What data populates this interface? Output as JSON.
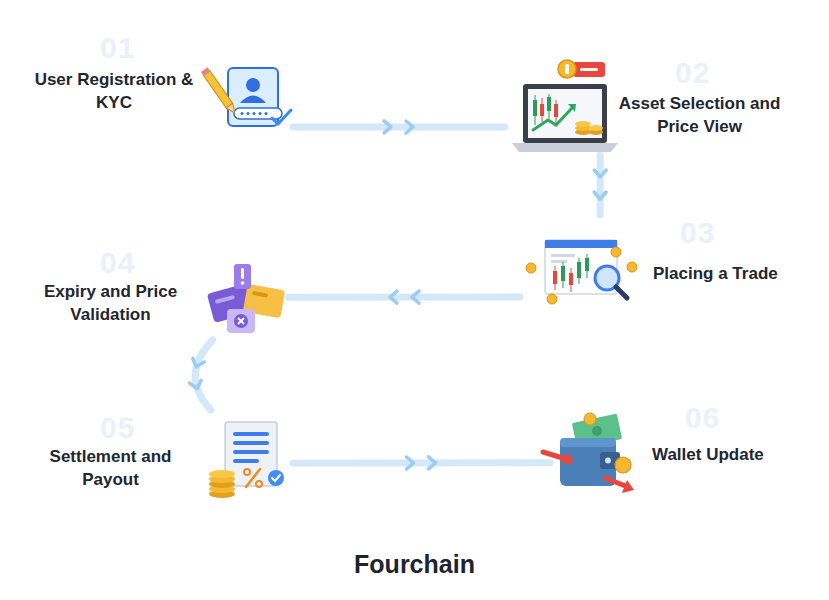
{
  "diagram": {
    "nodes": [
      {
        "text": [
          "01",
          "User Registration & KYC"
        ]
      },
      {
        "text": [
          "02",
          "Asset Selection and Price View"
        ]
      },
      {
        "text": [
          "03",
          "Placing a Trade"
        ]
      },
      {
        "text": [
          "04",
          "Expiry and Price Validation"
        ]
      },
      {
        "text": [
          "05",
          "Settlement and Payout"
        ]
      },
      {
        "text": [
          "06",
          "Wallet Update"
        ]
      }
    ],
    "edges": [
      {
        "from": 0,
        "to": 1,
        "arrow": "to"
      },
      {
        "from": 1,
        "to": 2,
        "arrow": "to"
      },
      {
        "from": 2,
        "to": 3,
        "arrow": "to"
      },
      {
        "from": 3,
        "to": 4,
        "arrow": "to"
      },
      {
        "from": 4,
        "to": 5,
        "arrow": "to"
      }
    ],
    "labels": [
      "Fourchain"
    ]
  }
}
